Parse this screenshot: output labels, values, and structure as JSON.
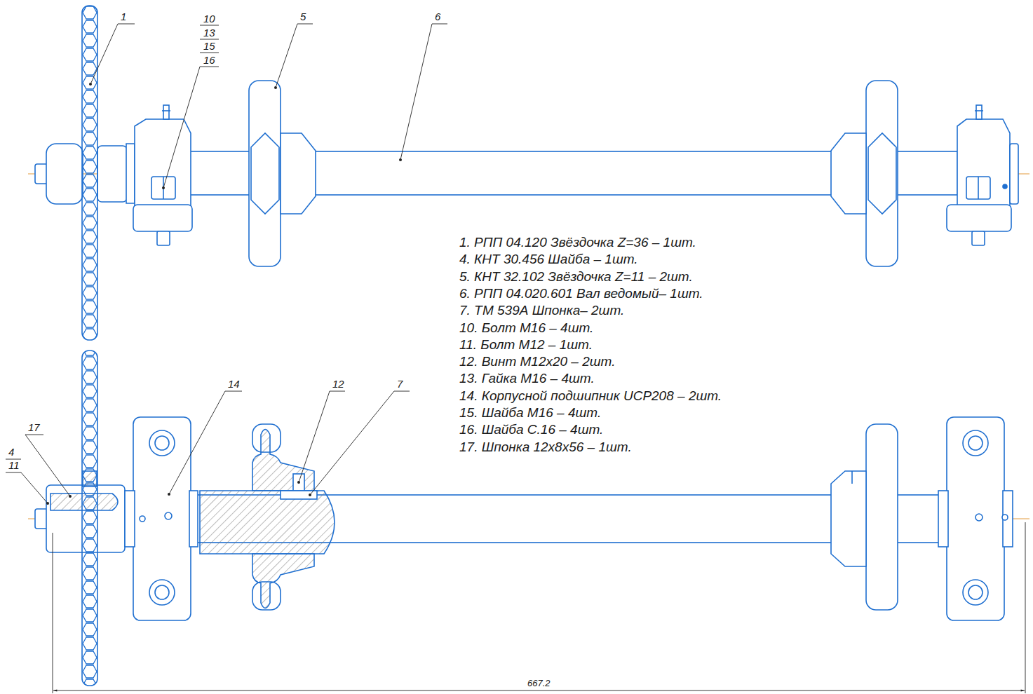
{
  "diagram": {
    "labels": [
      "1",
      "10",
      "13",
      "15",
      "16",
      "5",
      "6",
      "1. РПП 04.120 Звёздочка Z=36 – 1шт.",
      "4. КНТ 30.456 Шайба – 1шт.",
      "5. КНТ 32.102 Звёздочка Z=11 – 2шт.",
      "6. РПП 04.020.601 Вал ведомый– 1шт.",
      "7. ТМ 539А Шпонка– 2шт.",
      "10. Болт М16 – 4шт.",
      "11. Болт М12 – 1шт.",
      "12. Винт М12х20 – 2шт.",
      "13. Гайка М16 – 4шт.",
      "14. Корпусной подшипник UCP208 – 2шт.",
      "15. Шайба М16 – 4шт.",
      "16. Шайба С.16 – 4шт.",
      "17. Шпонка 12х8х56 – 1шт.",
      "17",
      "4",
      "11",
      "14",
      "12",
      "7",
      "667.2"
    ]
  }
}
